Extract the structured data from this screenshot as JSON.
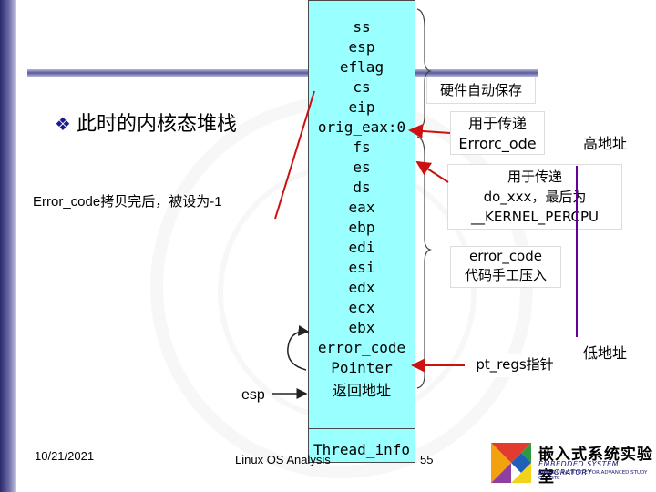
{
  "slide": {
    "heading": "此时的内核态堆栈",
    "error_note": "Error_code拷贝完后，被设为-1",
    "esp_label": "esp",
    "date": "10/21/2021",
    "footer": "Linux OS Analysis",
    "page_number": "55"
  },
  "stack": {
    "items": [
      "ss",
      "esp",
      "eflag",
      "cs",
      "eip",
      "orig_eax:0",
      "fs",
      "es",
      "ds",
      "eax",
      "ebp",
      "edi",
      "esi",
      "edx",
      "ecx",
      "ebx",
      "error_code",
      "Pointer",
      "返回地址"
    ],
    "thread_info": "Thread_info",
    "fill_color": "#99ffff"
  },
  "annotations": {
    "hardware_saved": "硬件自动保存",
    "errorcode_line1": "用于传递",
    "errorcode_line2": "Errorc_ode",
    "do_line1": "用于传递",
    "do_line2": "do_xxx，最后为",
    "do_line3": "__KERNEL_PERCPU",
    "code_line1": "error_code",
    "code_line2": "代码手工压入",
    "pt_regs": "pt_regs指针",
    "high_addr": "高地址",
    "low_addr": "低地址"
  },
  "logo": {
    "title": "嵌入式系统实验室",
    "english": "EMBEDDED SYSTEM LABORATORY",
    "subtitle": "SUZHOU INSTITUTE FOR ADVANCED STUDY OF USTC"
  },
  "colors": {
    "arrow_red": "#cc1111",
    "arrow_purple": "#660099",
    "bullet_blue": "#1c1c8c"
  }
}
